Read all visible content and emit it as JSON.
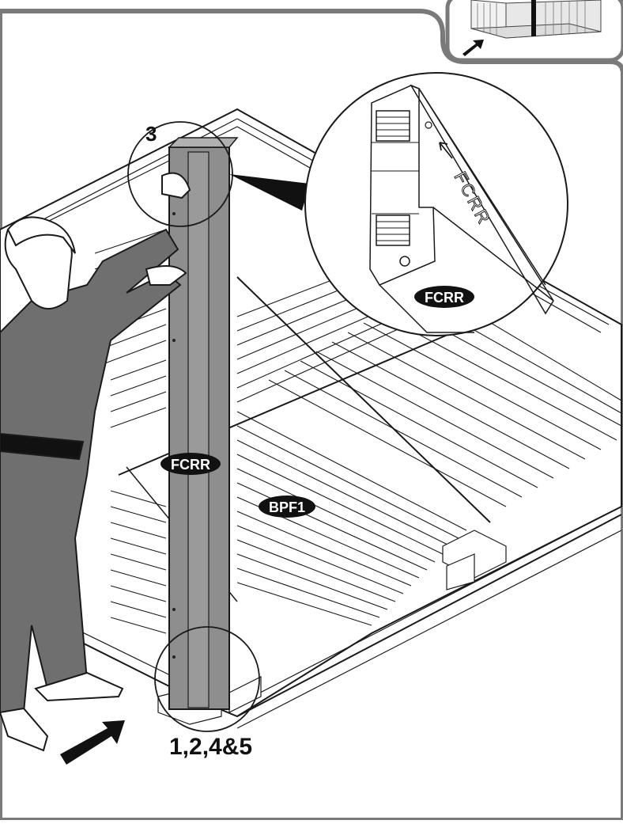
{
  "labels": {
    "step_top": "3",
    "step_bottom": "1,2,4&5",
    "part_post": "FCRR",
    "part_floor": "BPF1",
    "part_callout": "FCRR",
    "engraved_text": "FCRR"
  },
  "colors": {
    "frame": "#7a7a7a",
    "post_fill": "#8e8e8e",
    "clothing": "#6f6f6f",
    "line": "#1a1a1a",
    "badge": "#111111"
  },
  "icons": {
    "assembly_arrow": "arrow-icon",
    "detail_arrow": "arrow-icon"
  }
}
